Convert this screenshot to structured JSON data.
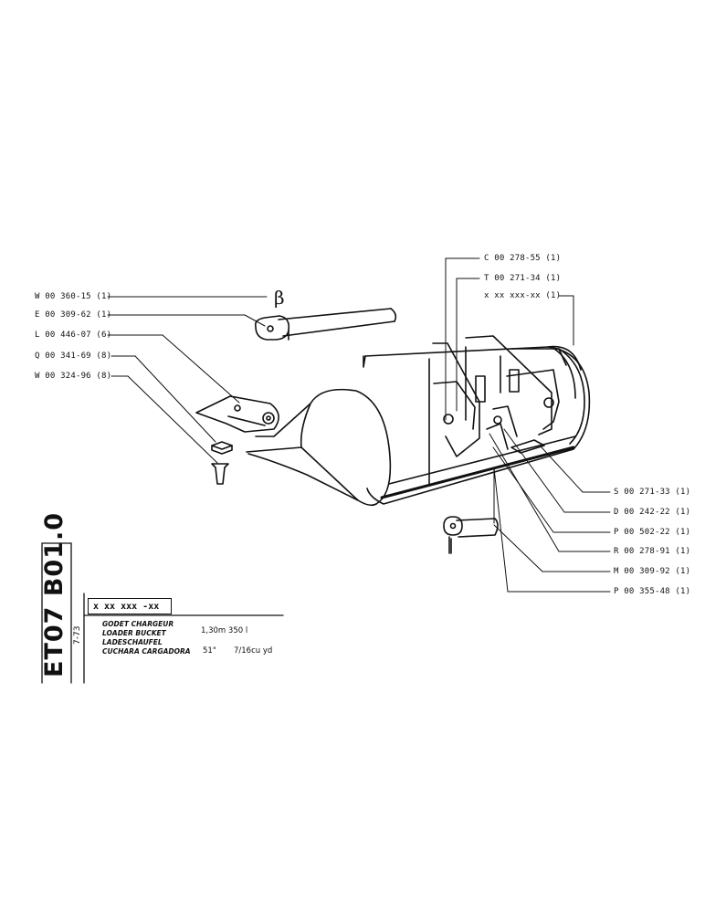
{
  "sheet": {
    "code": "ET07 B01.0",
    "date": "7-73",
    "symbol": "β",
    "title_code": "x xx xxx -xx",
    "names": [
      "GODET CHARGEUR",
      "LOADER BUCKET",
      "LADESCHAUFEL",
      "CUCHARA CARGADORA"
    ],
    "capacity_metric": "1,30m  350 l",
    "width_in": "51\"",
    "capacity_imperial": "7/16cu yd"
  },
  "left_labels": [
    "W 00 360-15  (1)",
    "E 00 309-62  (1)",
    "L 00 446-07  (6)",
    "Q 00 341-69  (8)",
    "W 00 324-96  (8)"
  ],
  "top_labels": [
    "C 00 278-55  (1)",
    "T 00 271-34  (1)",
    "x xx xxx-xx  (1)"
  ],
  "right_labels": [
    "S 00 271-33  (1)",
    "D 00 242-22  (1)",
    "P 00 502-22  (1)",
    "R 00 278-91  (1)",
    "M 00 309-92  (1)",
    "P 00 355-48  (1)"
  ]
}
